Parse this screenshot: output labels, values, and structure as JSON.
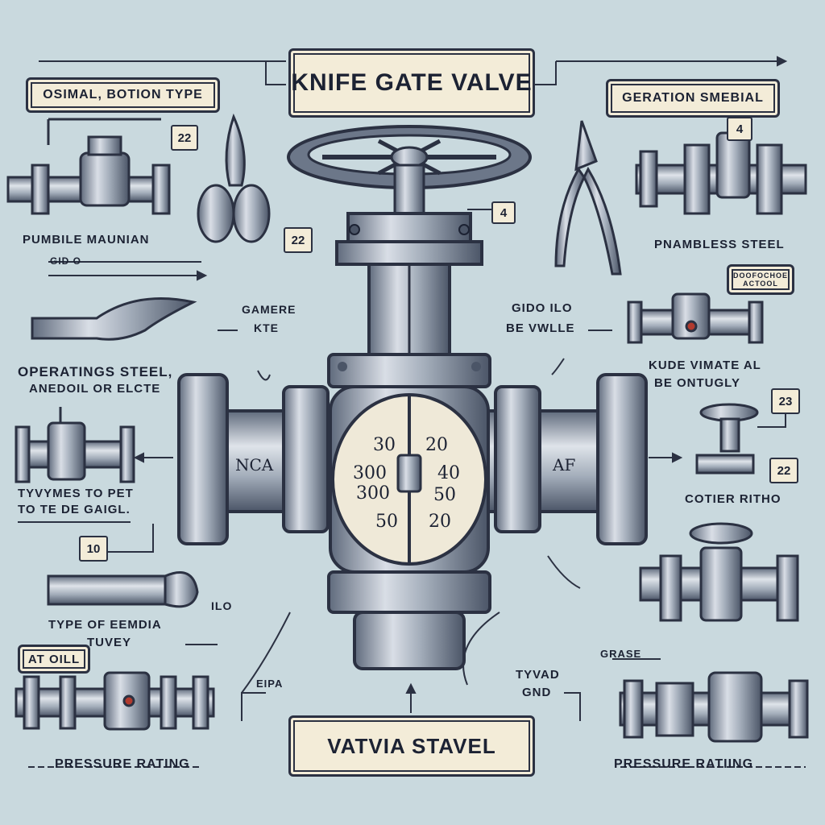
{
  "title": "KNIFE GATE VALVE",
  "bottom_title": "VATVIA STAVEL",
  "top_left_label": "OSIMAL, BOTION TYPE",
  "top_right_label": "GERATION SMEBIAL",
  "labels": {
    "pumbile": "PUMBILE MAUNIAN",
    "pnamble": "PNAMBLESS STEEL",
    "operatings_1": "OPERATINGS STEEL,",
    "operatings_2": "ANEDOIL OR ELCTE",
    "gid_left": "GID O",
    "gamere_1": "GAMERE",
    "gamere_2": "KTE",
    "gido_1": "GIDO ILO",
    "gido_2": "BE VWLLE",
    "kude_1": "KUDE VIMATE AL",
    "kude_2": "BE ONTUGLY",
    "tyvymes_1": "TYVYMES TO PET",
    "tyvymes_2": "TO TE DE GAIGL.",
    "cotier": "COTIER RITHO",
    "type_of_1": "TYPE OF EEMDIA",
    "type_of_2": "TUVEY",
    "ilo": "ILO",
    "at_oill": "AT OILL",
    "eipa": "EIPA",
    "tyvad_1": "TYVAD",
    "tyvad_2": "GND",
    "grase": "GRASE",
    "pressure_left": "PRESSURE RATING",
    "pressure_right": "PRESSURE RATIING",
    "small_tag": "DOOFOCHOE ACTOOL",
    "nca": "NCA",
    "af": "AF"
  },
  "callout_numbers": {
    "n1": "22",
    "n2": "22",
    "n3": "4",
    "n4": "4",
    "n5": "23",
    "n6": "22",
    "n7": "10"
  },
  "gauge": {
    "tl": "30",
    "tr": "20",
    "ml": "300",
    "mr": "40",
    "ll": "300",
    "lr": "50",
    "bl": "50",
    "br": "20"
  },
  "colors": {
    "background": "#c9d9de",
    "ink": "#1c2233",
    "metal": "#9aa6b4",
    "label_box": "#f3ecd8"
  }
}
